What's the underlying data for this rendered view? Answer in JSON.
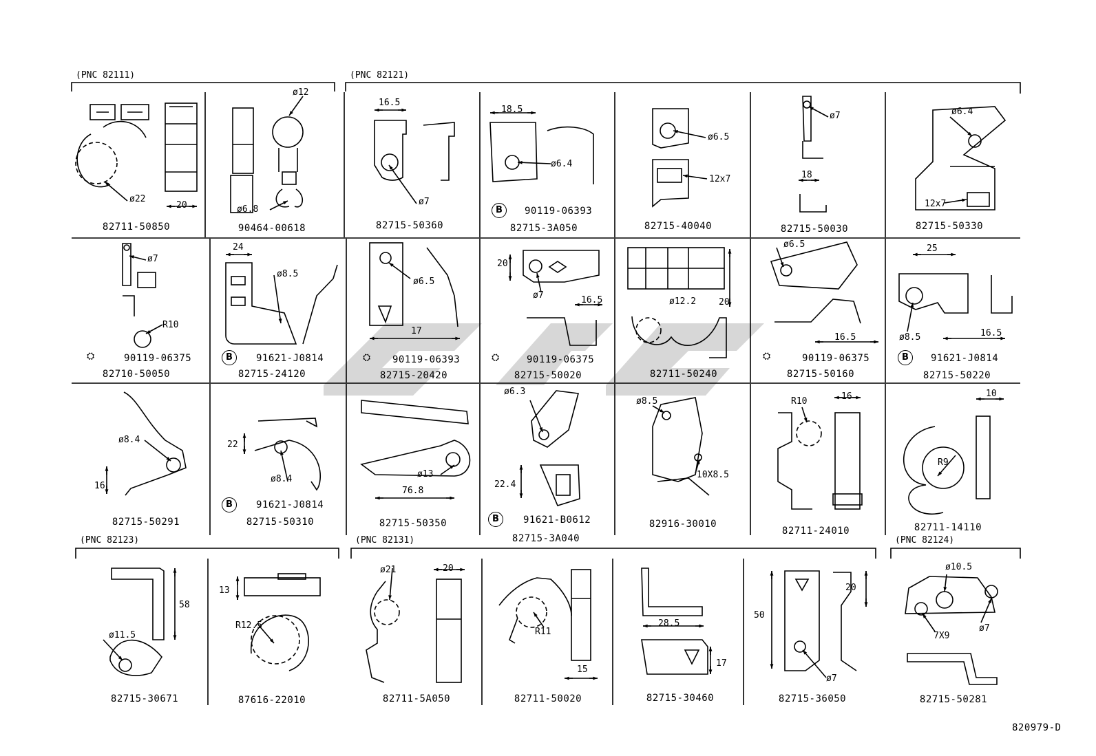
{
  "pnc_groups": [
    "(PNC 82111)",
    "(PNC 82121)",
    "(PNC 82123)",
    "(PNC 82131)",
    "(PNC 82124)"
  ],
  "parts": [
    {
      "number": "82711-50850",
      "dims": [
        "ø22",
        "20"
      ]
    },
    {
      "number": "90464-00618",
      "dims": [
        "ø12",
        "ø6.8"
      ]
    },
    {
      "number": "82715-50360",
      "dims": [
        "16.5",
        "ø7"
      ]
    },
    {
      "number": "82715-3A050",
      "dims": [
        "18.5",
        "ø6.4"
      ],
      "ref": "90119-06393"
    },
    {
      "number": "82715-40040",
      "dims": [
        "ø6.5",
        "12x7"
      ]
    },
    {
      "number": "82715-50030",
      "dims": [
        "ø7",
        "18"
      ]
    },
    {
      "number": "82715-50330",
      "dims": [
        "ø6.4",
        "12x7"
      ]
    },
    {
      "number": "82710-50050",
      "dims": [
        "ø7",
        "R10"
      ],
      "ref": "90119-06375"
    },
    {
      "number": "82715-24120",
      "dims": [
        "24",
        "ø8.5"
      ],
      "ref": "91621-J0814"
    },
    {
      "number": "82715-20420",
      "dims": [
        "ø6.5",
        "17"
      ],
      "ref": "90119-06393"
    },
    {
      "number": "82715-50020",
      "dims": [
        "20",
        "ø7",
        "16.5"
      ],
      "ref": "90119-06375"
    },
    {
      "number": "82711-50240",
      "dims": [
        "ø12.2",
        "20"
      ]
    },
    {
      "number": "82715-50160",
      "dims": [
        "ø6.5",
        "16.5"
      ],
      "ref": "90119-06375"
    },
    {
      "number": "82715-50220",
      "dims": [
        "25",
        "ø8.5",
        "16.5"
      ],
      "ref": "91621-J0814"
    },
    {
      "number": "82715-50291",
      "dims": [
        "ø8.4",
        "16"
      ]
    },
    {
      "number": "82715-50310",
      "dims": [
        "22",
        "ø8.4"
      ],
      "ref": "91621-J0814"
    },
    {
      "number": "82715-50350",
      "dims": [
        "ø13",
        "76.8"
      ]
    },
    {
      "number": "82715-3A040",
      "dims": [
        "ø6.3",
        "22.4"
      ],
      "ref": "91621-B0612"
    },
    {
      "number": "82916-30010",
      "dims": [
        "ø8.5",
        "10X8.5"
      ]
    },
    {
      "number": "82711-24010",
      "dims": [
        "R10",
        "16"
      ]
    },
    {
      "number": "82711-14110",
      "dims": [
        "10",
        "R9"
      ]
    },
    {
      "number": "82715-30671",
      "dims": [
        "58",
        "ø11.5"
      ]
    },
    {
      "number": "87616-22010",
      "dims": [
        "13",
        "R12.5"
      ]
    },
    {
      "number": "82711-5A050",
      "dims": [
        "ø21",
        "20"
      ]
    },
    {
      "number": "82711-50020",
      "dims": [
        "R11",
        "15"
      ]
    },
    {
      "number": "82715-30460",
      "dims": [
        "28.5",
        "17"
      ]
    },
    {
      "number": "82715-36050",
      "dims": [
        "50",
        "20",
        "ø7"
      ]
    },
    {
      "number": "82715-50281",
      "dims": [
        "ø10.5",
        "7X9",
        "ø7"
      ]
    }
  ],
  "b_marker": "B",
  "doc_code": "820979-D"
}
